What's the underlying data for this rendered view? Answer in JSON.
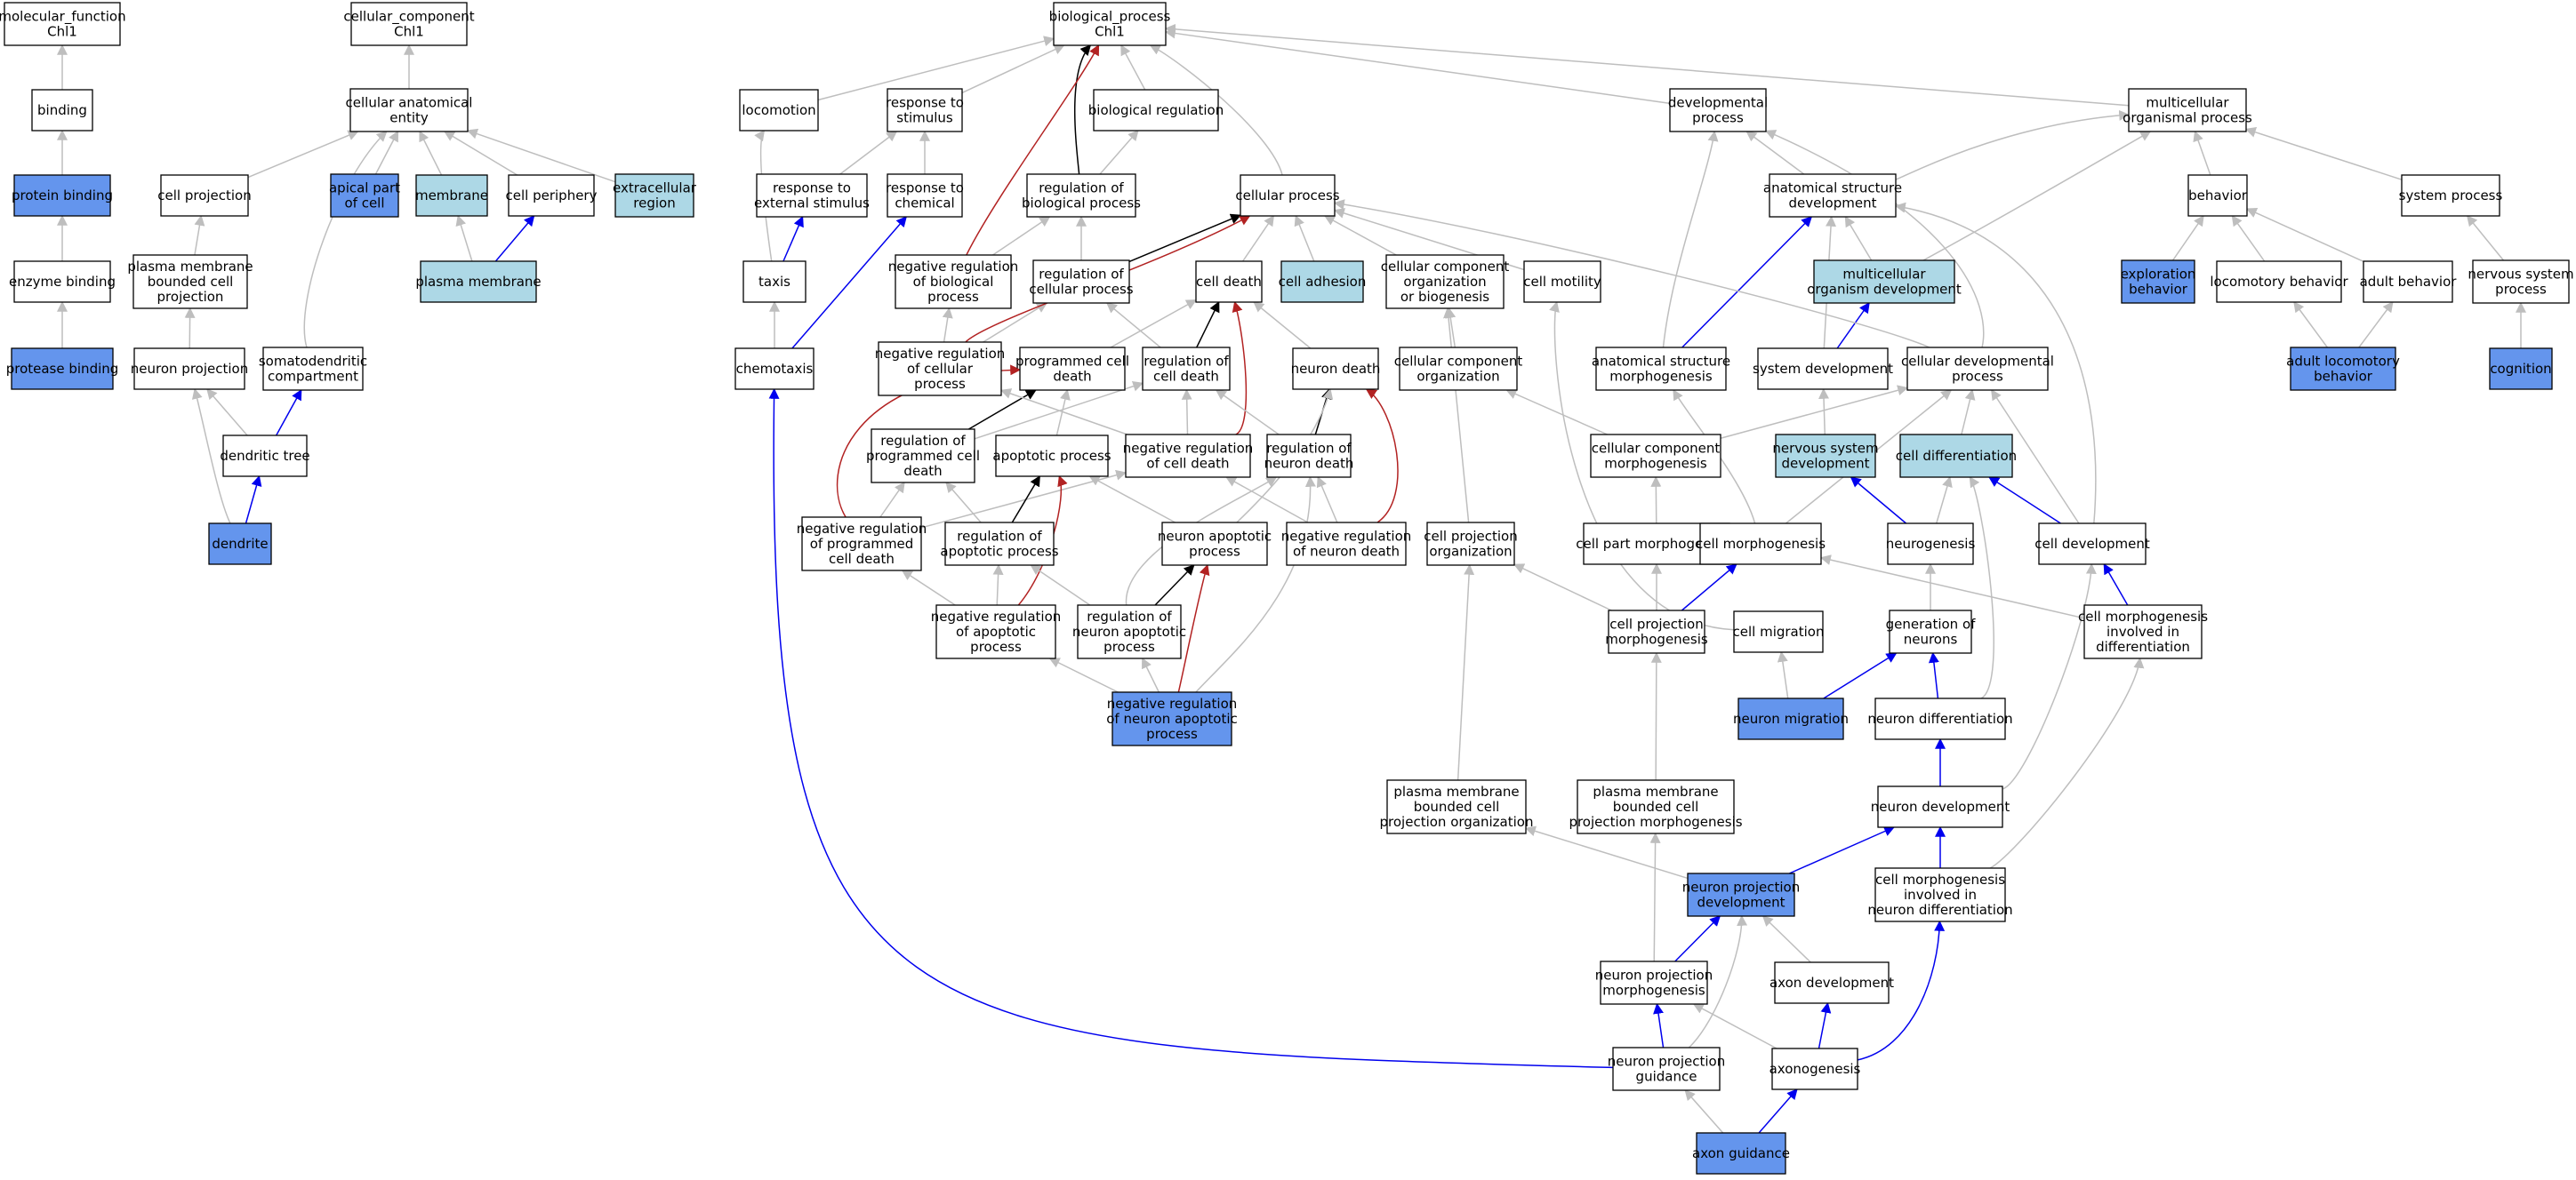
{
  "colors": {
    "plain": "#ffffff",
    "light": "#add8e6",
    "dark": "#6495ed",
    "edge_gray": "#bebebe",
    "edge_blue": "#0000ee",
    "edge_black": "#000000",
    "edge_red": "#b22222"
  },
  "nodes": [
    {
      "id": "mf",
      "lines": [
        "molecular_function",
        "Chl1"
      ],
      "fill": "plain"
    },
    {
      "id": "cc",
      "lines": [
        "cellular_component",
        "Chl1"
      ],
      "fill": "plain"
    },
    {
      "id": "bp",
      "lines": [
        "biological_process",
        "Chl1"
      ],
      "fill": "plain"
    },
    {
      "id": "binding",
      "lines": [
        "binding"
      ],
      "fill": "plain"
    },
    {
      "id": "cae",
      "lines": [
        "cellular anatomical",
        "entity"
      ],
      "fill": "plain"
    },
    {
      "id": "locomotion",
      "lines": [
        "locomotion"
      ],
      "fill": "plain"
    },
    {
      "id": "rts",
      "lines": [
        "response to",
        "stimulus"
      ],
      "fill": "plain"
    },
    {
      "id": "biolreg",
      "lines": [
        "biological regulation"
      ],
      "fill": "plain"
    },
    {
      "id": "devproc",
      "lines": [
        "developmental",
        "process"
      ],
      "fill": "plain"
    },
    {
      "id": "mop",
      "lines": [
        "multicellular",
        "organismal process"
      ],
      "fill": "plain"
    },
    {
      "id": "protbind",
      "lines": [
        "protein binding"
      ],
      "fill": "dark"
    },
    {
      "id": "cellproj",
      "lines": [
        "cell projection"
      ],
      "fill": "plain"
    },
    {
      "id": "apical",
      "lines": [
        "apical part",
        "of cell"
      ],
      "fill": "dark"
    },
    {
      "id": "membrane",
      "lines": [
        "membrane"
      ],
      "fill": "light"
    },
    {
      "id": "cellperiph",
      "lines": [
        "cell periphery"
      ],
      "fill": "plain"
    },
    {
      "id": "extracell",
      "lines": [
        "extracellular",
        "region"
      ],
      "fill": "light"
    },
    {
      "id": "rtes",
      "lines": [
        "response to",
        "external stimulus"
      ],
      "fill": "plain"
    },
    {
      "id": "rtc",
      "lines": [
        "response to",
        "chemical"
      ],
      "fill": "plain"
    },
    {
      "id": "regbp",
      "lines": [
        "regulation of",
        "biological process"
      ],
      "fill": "plain"
    },
    {
      "id": "cellproc",
      "lines": [
        "cellular process"
      ],
      "fill": "plain"
    },
    {
      "id": "asd",
      "lines": [
        "anatomical structure",
        "development"
      ],
      "fill": "plain"
    },
    {
      "id": "behavior",
      "lines": [
        "behavior"
      ],
      "fill": "plain"
    },
    {
      "id": "sysproc",
      "lines": [
        "system process"
      ],
      "fill": "plain"
    },
    {
      "id": "enzbind",
      "lines": [
        "enzyme binding"
      ],
      "fill": "plain"
    },
    {
      "id": "pmbcp",
      "lines": [
        "plasma membrane",
        "bounded cell",
        "projection"
      ],
      "fill": "plain"
    },
    {
      "id": "pm",
      "lines": [
        "plasma membrane"
      ],
      "fill": "light"
    },
    {
      "id": "taxis",
      "lines": [
        "taxis"
      ],
      "fill": "plain"
    },
    {
      "id": "nrbp",
      "lines": [
        "negative regulation",
        "of biological",
        "process"
      ],
      "fill": "plain"
    },
    {
      "id": "regcp",
      "lines": [
        "regulation of",
        "cellular process"
      ],
      "fill": "plain"
    },
    {
      "id": "celldeath",
      "lines": [
        "cell death"
      ],
      "fill": "plain"
    },
    {
      "id": "celladh",
      "lines": [
        "cell adhesion"
      ],
      "fill": "light"
    },
    {
      "id": "ccob",
      "lines": [
        "cellular component",
        "organization",
        "or biogenesis"
      ],
      "fill": "plain"
    },
    {
      "id": "cellmot",
      "lines": [
        "cell motility"
      ],
      "fill": "plain"
    },
    {
      "id": "mod",
      "lines": [
        "multicellular",
        "organism development"
      ],
      "fill": "light"
    },
    {
      "id": "explbeh",
      "lines": [
        "exploration",
        "behavior"
      ],
      "fill": "dark"
    },
    {
      "id": "locobeh",
      "lines": [
        "locomotory behavior"
      ],
      "fill": "plain"
    },
    {
      "id": "adultbeh",
      "lines": [
        "adult behavior"
      ],
      "fill": "plain"
    },
    {
      "id": "nsp",
      "lines": [
        "nervous system",
        "process"
      ],
      "fill": "plain"
    },
    {
      "id": "protease",
      "lines": [
        "protease binding"
      ],
      "fill": "dark"
    },
    {
      "id": "neuproj",
      "lines": [
        "neuron projection"
      ],
      "fill": "plain"
    },
    {
      "id": "somato",
      "lines": [
        "somatodendritic",
        "compartment"
      ],
      "fill": "plain"
    },
    {
      "id": "chemotaxis",
      "lines": [
        "chemotaxis"
      ],
      "fill": "plain"
    },
    {
      "id": "nrcp",
      "lines": [
        "negative regulation",
        "of cellular",
        "process"
      ],
      "fill": "plain"
    },
    {
      "id": "pcd",
      "lines": [
        "programmed cell",
        "death"
      ],
      "fill": "plain"
    },
    {
      "id": "regcd",
      "lines": [
        "regulation of",
        "cell death"
      ],
      "fill": "plain"
    },
    {
      "id": "neurdeath",
      "lines": [
        "neuron death"
      ],
      "fill": "plain"
    },
    {
      "id": "cco",
      "lines": [
        "cellular component",
        "organization"
      ],
      "fill": "plain"
    },
    {
      "id": "asm",
      "lines": [
        "anatomical structure",
        "morphogenesis"
      ],
      "fill": "plain"
    },
    {
      "id": "sysdev",
      "lines": [
        "system development"
      ],
      "fill": "plain"
    },
    {
      "id": "cdp",
      "lines": [
        "cellular developmental",
        "process"
      ],
      "fill": "plain"
    },
    {
      "id": "alb",
      "lines": [
        "adult locomotory",
        "behavior"
      ],
      "fill": "dark"
    },
    {
      "id": "cognition",
      "lines": [
        "cognition"
      ],
      "fill": "dark"
    },
    {
      "id": "dentree",
      "lines": [
        "dendritic tree"
      ],
      "fill": "plain"
    },
    {
      "id": "regpcd",
      "lines": [
        "regulation of",
        "programmed cell",
        "death"
      ],
      "fill": "plain"
    },
    {
      "id": "apop",
      "lines": [
        "apoptotic process"
      ],
      "fill": "plain"
    },
    {
      "id": "nrcd",
      "lines": [
        "negative regulation",
        "of cell death"
      ],
      "fill": "plain"
    },
    {
      "id": "regnd",
      "lines": [
        "regulation of",
        "neuron death"
      ],
      "fill": "plain"
    },
    {
      "id": "ccm",
      "lines": [
        "cellular component",
        "morphogenesis"
      ],
      "fill": "plain"
    },
    {
      "id": "nsd",
      "lines": [
        "nervous system",
        "development"
      ],
      "fill": "light"
    },
    {
      "id": "celldiff",
      "lines": [
        "cell differentiation"
      ],
      "fill": "light"
    },
    {
      "id": "dendrite",
      "lines": [
        "dendrite"
      ],
      "fill": "dark"
    },
    {
      "id": "nrpcd",
      "lines": [
        "negative regulation",
        "of programmed",
        "cell death"
      ],
      "fill": "plain"
    },
    {
      "id": "regap",
      "lines": [
        "regulation of",
        "apoptotic process"
      ],
      "fill": "plain"
    },
    {
      "id": "nap",
      "lines": [
        "neuron apoptotic",
        "process"
      ],
      "fill": "plain"
    },
    {
      "id": "nrnd",
      "lines": [
        "negative regulation",
        "of neuron death"
      ],
      "fill": "plain"
    },
    {
      "id": "cpo",
      "lines": [
        "cell projection",
        "organization"
      ],
      "fill": "plain"
    },
    {
      "id": "cpm2",
      "lines": [
        "cell part morphogenesis"
      ],
      "fill": "plain"
    },
    {
      "id": "cellmorph",
      "lines": [
        "cell morphogenesis"
      ],
      "fill": "plain"
    },
    {
      "id": "neurogen",
      "lines": [
        "neurogenesis"
      ],
      "fill": "plain"
    },
    {
      "id": "celldev",
      "lines": [
        "cell development"
      ],
      "fill": "plain"
    },
    {
      "id": "nrap",
      "lines": [
        "negative regulation",
        "of apoptotic",
        "process"
      ],
      "fill": "plain"
    },
    {
      "id": "regnap",
      "lines": [
        "regulation of",
        "neuron apoptotic",
        "process"
      ],
      "fill": "plain"
    },
    {
      "id": "cpmorph",
      "lines": [
        "cell projection",
        "morphogenesis"
      ],
      "fill": "plain"
    },
    {
      "id": "cellmig",
      "lines": [
        "cell migration"
      ],
      "fill": "plain"
    },
    {
      "id": "genneur",
      "lines": [
        "generation of",
        "neurons"
      ],
      "fill": "plain"
    },
    {
      "id": "cmid",
      "lines": [
        "cell morphogenesis",
        "involved in",
        "differentiation"
      ],
      "fill": "plain"
    },
    {
      "id": "nrnap",
      "lines": [
        "negative regulation",
        "of neuron apoptotic",
        "process"
      ],
      "fill": "dark"
    },
    {
      "id": "neurmig",
      "lines": [
        "neuron migration"
      ],
      "fill": "dark"
    },
    {
      "id": "neurdiff",
      "lines": [
        "neuron differentiation"
      ],
      "fill": "plain"
    },
    {
      "id": "pmbcpo",
      "lines": [
        "plasma membrane",
        "bounded cell",
        "projection organization"
      ],
      "fill": "plain"
    },
    {
      "id": "pmbcpm",
      "lines": [
        "plasma membrane",
        "bounded cell",
        "projection morphogenesis"
      ],
      "fill": "plain"
    },
    {
      "id": "neurdev",
      "lines": [
        "neuron development"
      ],
      "fill": "plain"
    },
    {
      "id": "npd",
      "lines": [
        "neuron projection",
        "development"
      ],
      "fill": "dark"
    },
    {
      "id": "cmind",
      "lines": [
        "cell morphogenesis",
        "involved in",
        "neuron differentiation"
      ],
      "fill": "plain"
    },
    {
      "id": "npm",
      "lines": [
        "neuron projection",
        "morphogenesis"
      ],
      "fill": "plain"
    },
    {
      "id": "axondev",
      "lines": [
        "axon development"
      ],
      "fill": "plain"
    },
    {
      "id": "npg",
      "lines": [
        "neuron projection",
        "guidance"
      ],
      "fill": "plain"
    },
    {
      "id": "axonogen",
      "lines": [
        "axonogenesis"
      ],
      "fill": "plain"
    },
    {
      "id": "axguid",
      "lines": [
        "axon guidance"
      ],
      "fill": "dark"
    }
  ]
}
